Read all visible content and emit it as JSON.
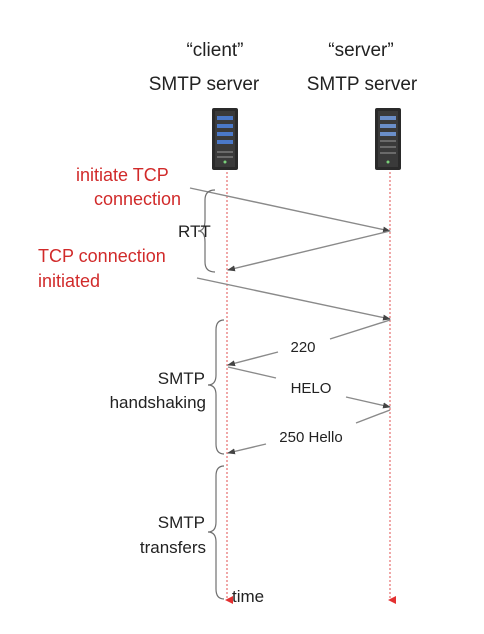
{
  "colors": {
    "timeline": "#e87878",
    "arrow": "#8a8a8a",
    "arrowhead": "#444444",
    "red_text": "#d12a2a",
    "text": "#222222",
    "bracket": "#707070",
    "server_body": "#2a2a2a",
    "server_light": "#4a78c8"
  },
  "client": {
    "line1": "“client”",
    "line2": "SMTP server",
    "icon": "server-icon"
  },
  "server": {
    "line1": "“server”",
    "line2": "SMTP server",
    "icon": "server-icon"
  },
  "notes": {
    "initiate_1": "initiate TCP",
    "initiate_2": "connection",
    "rtt": "RTT",
    "initiated_1": "TCP connection",
    "initiated_2": "initiated",
    "handshake_1": "SMTP",
    "handshake_2": "handshaking",
    "transfers_1": "SMTP",
    "transfers_2": "transfers",
    "time": "time"
  },
  "messages": {
    "m220": "220",
    "helo": "HELO",
    "m250": "250 Hello"
  }
}
